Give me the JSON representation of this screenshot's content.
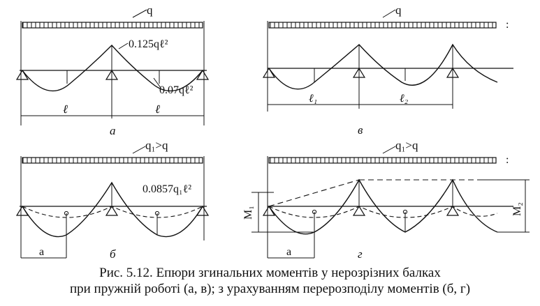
{
  "panels": {
    "a": {
      "load_label": "q",
      "moment_support_label": "0.125qℓ²",
      "moment_span_label": "0.07qℓ²",
      "span1_label": "ℓ",
      "span2_label": "ℓ",
      "panel_label": "а"
    },
    "v": {
      "load_label": "q",
      "span1_label": "ℓ₁",
      "span2_label": "ℓ₂",
      "panel_label": "в"
    },
    "b": {
      "load_label": "q₁>q",
      "moment_label": "0.0857q₁ℓ²",
      "dim_label": "a",
      "panel_label": "б"
    },
    "g": {
      "load_label": "q₁>q",
      "m1_label": "M₁",
      "m2_label": "M₂",
      "dim_label": "a",
      "panel_label": "г"
    }
  },
  "caption": {
    "line1": "Рис. 5.12. Епюри згинальних моментів у нерозрізних балках",
    "line2": "при пружній роботі (а, в); з урахуванням перерозподілу моментів (б, г)"
  }
}
